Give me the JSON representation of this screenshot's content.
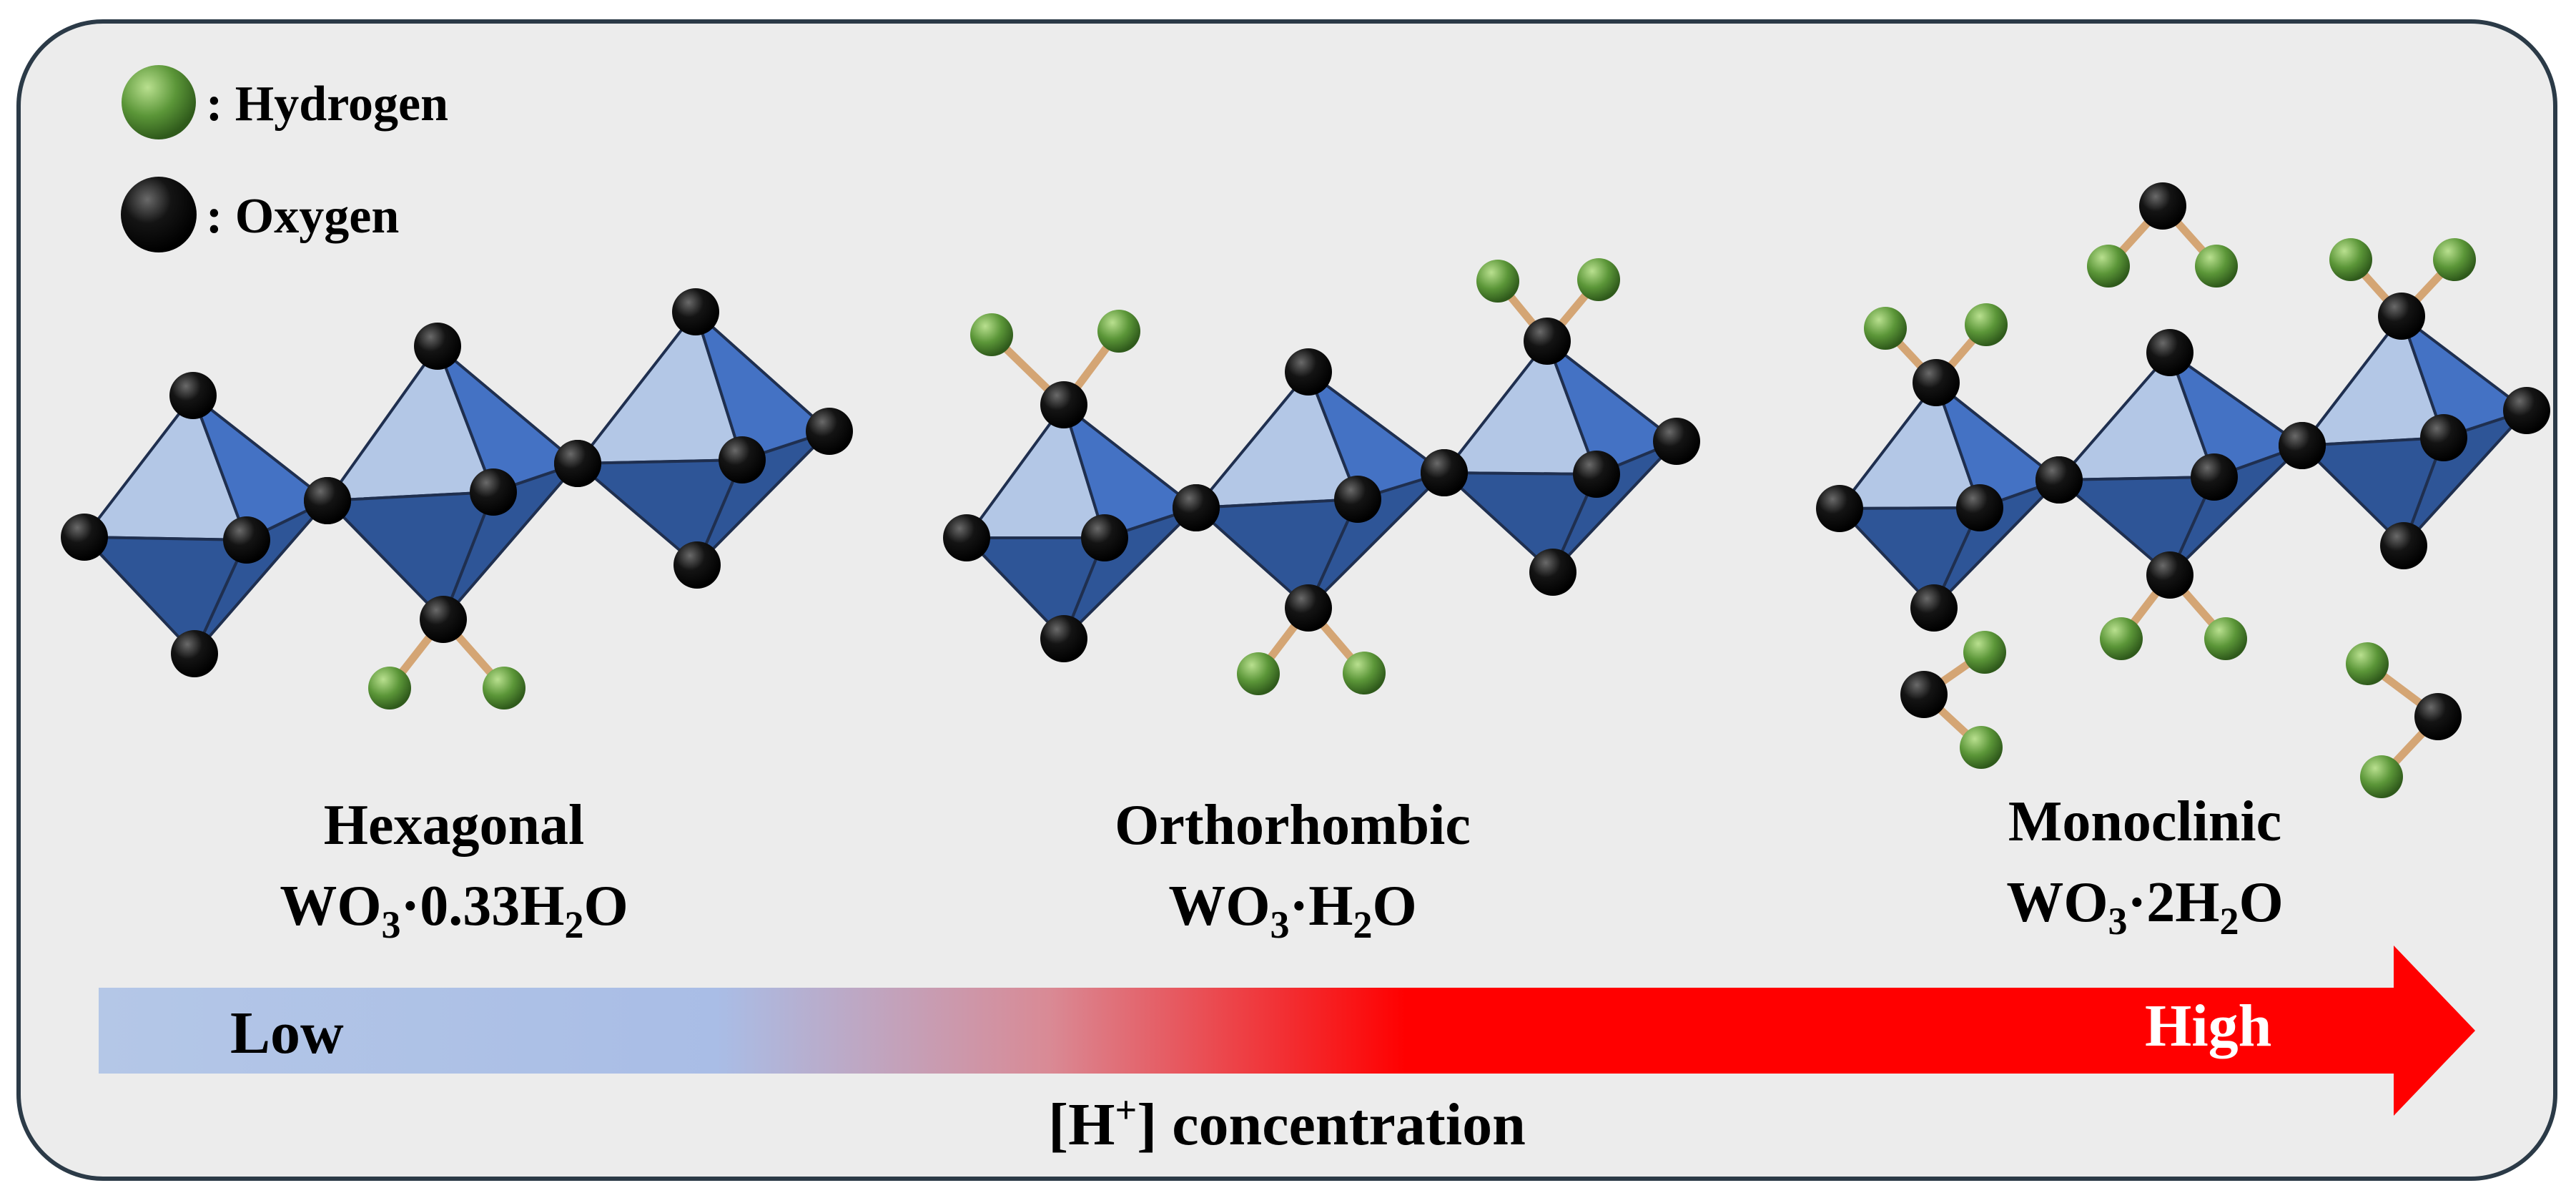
{
  "colors": {
    "panel_fill": "#ececec",
    "panel_stroke": "#2b3a47",
    "face_light": "#b3c7e6",
    "face_mid": "#4472c4",
    "face_dark": "#2e5597",
    "edge": "#1f2f4f",
    "bond": "#d4a574",
    "hydrogen": "#5b9638",
    "oxygen": "#000000",
    "arrow_low": "#b4c7e7",
    "arrow_high": "#ff0000",
    "low_text": "#000000",
    "high_text": "#ffffff"
  },
  "legend": [
    {
      "atom": "hydrogen",
      "label": ": Hydrogen"
    },
    {
      "atom": "oxygen",
      "label": ": Oxygen"
    }
  ],
  "structures": [
    {
      "phase": "Hexagonal",
      "formula": {
        "p1": "WO",
        "s1": "3",
        "p2": "·0.33H",
        "s2": "2",
        "p3": "O"
      }
    },
    {
      "phase": "Orthorhombic",
      "formula": {
        "p1": "WO",
        "s1": "3",
        "p2": "·H",
        "s2": "2",
        "p3": "O"
      }
    },
    {
      "phase": "Monoclinic",
      "formula": {
        "p1": "WO",
        "s1": "3",
        "p2": "·2H",
        "s2": "2",
        "p3": "O"
      }
    }
  ],
  "arrow": {
    "low_label": "Low",
    "high_label": "High",
    "axis_label": {
      "before": "[H",
      "sup": "+",
      "after": "] concentration"
    }
  }
}
